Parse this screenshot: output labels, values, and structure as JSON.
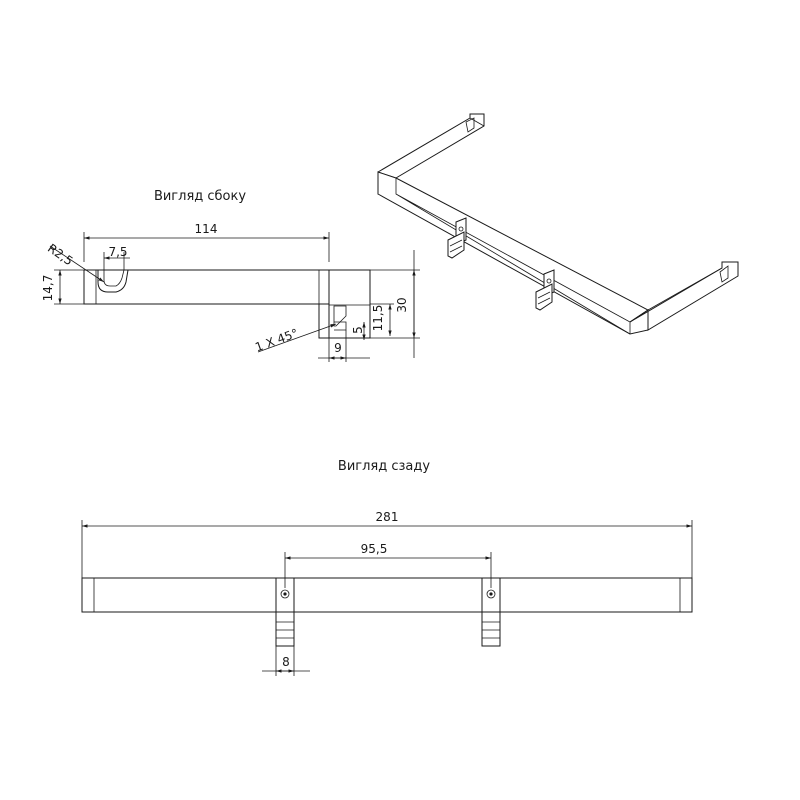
{
  "views": {
    "side_title": "Вигляд сбоку",
    "back_title": "Вигляд сзаду"
  },
  "dimensions": {
    "side_length": "114",
    "side_radius": "R2,5",
    "side_slot": "7,5",
    "side_height": "14,7",
    "side_total_height": "30",
    "side_slot_height": "11,5",
    "side_inner": "5",
    "side_bottom": "9",
    "side_chamfer": "1 X 45°",
    "back_length": "281",
    "back_spacing": "95,5",
    "back_bracket_width": "8"
  }
}
